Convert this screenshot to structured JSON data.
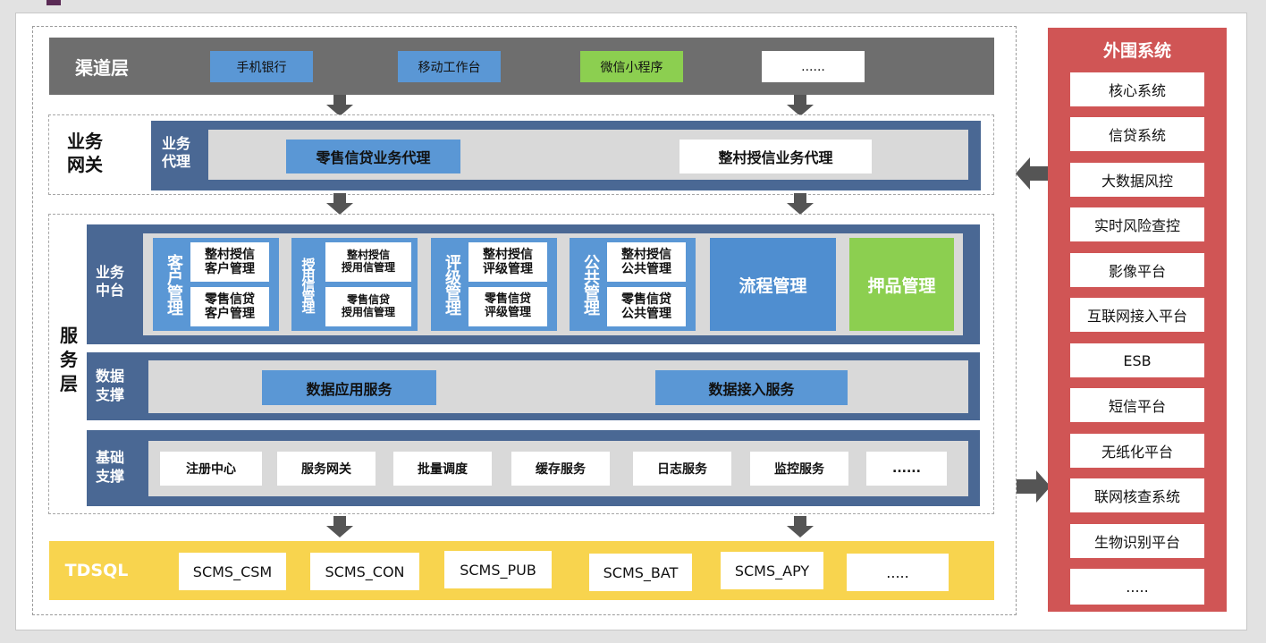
{
  "channel": {
    "title": "渠道层",
    "items": [
      "手机银行",
      "移动工作台",
      "微信小程序",
      "......"
    ]
  },
  "gateway": {
    "title": "业务网关",
    "title_line1": "业务",
    "title_line2": "网关",
    "agent_line1": "业务",
    "agent_line2": "代理",
    "items": [
      "零售信贷业务代理",
      "整村授信业务代理"
    ]
  },
  "service": {
    "title": "服务层",
    "title_chars": [
      "服",
      "务",
      "层"
    ],
    "business": {
      "label_line1": "业务",
      "label_line2": "中台",
      "modules": [
        {
          "label": "客户管理",
          "cards": [
            [
              "整村授信",
              "客户管理"
            ],
            [
              "零售信贷",
              "客户管理"
            ]
          ]
        },
        {
          "label": "授用信管理",
          "cards": [
            [
              "整村授信",
              "授用信管理"
            ],
            [
              "零售信贷",
              "授用信管理"
            ]
          ]
        },
        {
          "label": "评级管理",
          "cards": [
            [
              "整村授信",
              "评级管理"
            ],
            [
              "零售信贷",
              "评级管理"
            ]
          ]
        },
        {
          "label": "公共管理",
          "cards": [
            [
              "整村授信",
              "公共管理"
            ],
            [
              "零售信贷",
              "公共管理"
            ]
          ]
        }
      ],
      "flow": "流程管理",
      "pledge": "押品管理"
    },
    "data": {
      "label_line1": "数据",
      "label_line2": "支撑",
      "items": [
        "数据应用服务",
        "数据接入服务"
      ]
    },
    "base": {
      "label_line1": "基础",
      "label_line2": "支撑",
      "items": [
        "注册中心",
        "服务网关",
        "批量调度",
        "缓存服务",
        "日志服务",
        "监控服务",
        "......"
      ]
    }
  },
  "tdsql": {
    "title": "TDSQL",
    "items": [
      "SCMS_CSM",
      "SCMS_CON",
      "SCMS_PUB",
      "SCMS_BAT",
      "SCMS_APY",
      "....."
    ]
  },
  "external": {
    "title": "外围系统",
    "items": [
      "核心系统",
      "信贷系统",
      "大数据风控",
      "实时风险查控",
      "影像平台",
      "互联网接入平台",
      "ESB",
      "短信平台",
      "无纸化平台",
      "联网核查系统",
      "生物识别平台",
      "....."
    ]
  },
  "colors": {
    "blue_bar": "#4a6894",
    "light_blue": "#5a97d5",
    "green": "#8ccf50",
    "gray_bar": "#6e6e6e",
    "red": "#d05555",
    "yellow": "#f8d44e"
  }
}
